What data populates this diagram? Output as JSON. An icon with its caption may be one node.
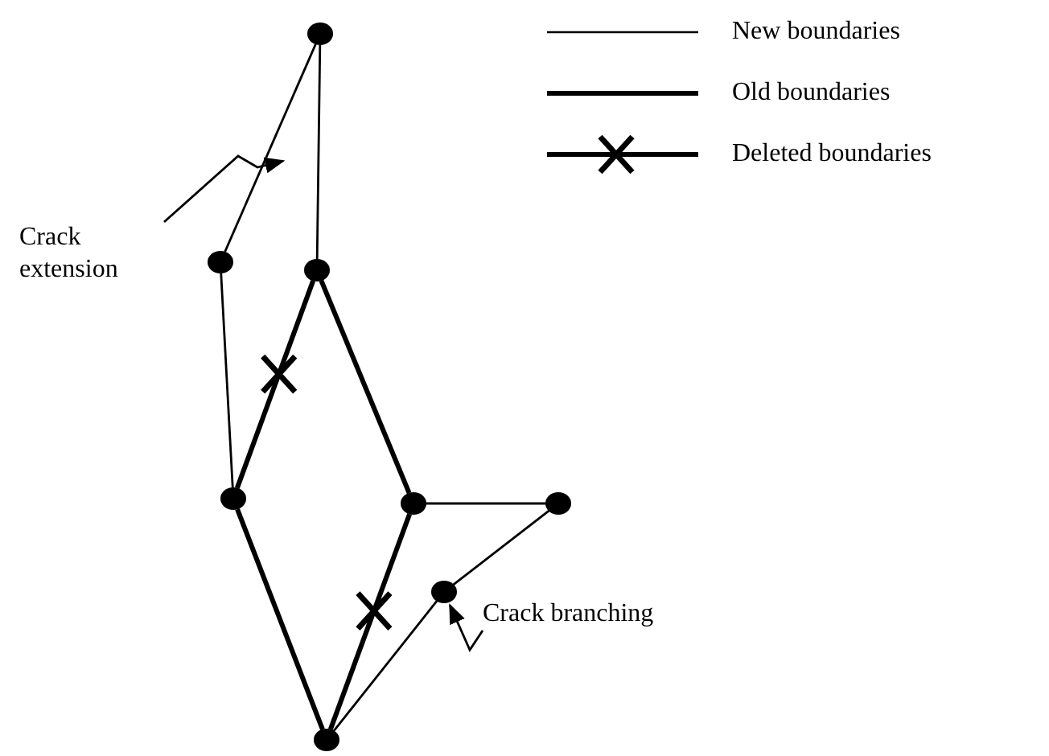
{
  "diagram": {
    "nodes": [
      {
        "text": [],
        "shape": "circle"
      },
      {
        "text": [
          "Crack extension"
        ]
      },
      {
        "text": [],
        "shape": "circle"
      },
      {
        "text": [],
        "shape": "circle"
      },
      {
        "text": [],
        "shape": "circle"
      },
      {
        "text": [],
        "shape": "circle"
      },
      {
        "text": [],
        "shape": "circle"
      },
      {
        "text": [],
        "shape": "circle"
      },
      {
        "text": [
          "Crack branching"
        ]
      },
      {
        "text": [],
        "shape": "circle"
      }
    ],
    "edges": [
      {
        "from": 0,
        "to": 2,
        "arrow": "none"
      },
      {
        "from": 0,
        "to": 3,
        "arrow": "none"
      },
      {
        "from": 2,
        "to": 4,
        "arrow": "none"
      },
      {
        "from": 3,
        "to": 4,
        "arrow": "none",
        "style": "thick"
      },
      {
        "from": 3,
        "to": 5,
        "arrow": "none",
        "style": "thick"
      },
      {
        "from": 4,
        "to": 9,
        "arrow": "none",
        "style": "thick"
      },
      {
        "from": 5,
        "to": 9,
        "arrow": "none",
        "style": "thick"
      },
      {
        "from": 5,
        "to": 6,
        "arrow": "none"
      },
      {
        "from": 6,
        "to": 7,
        "arrow": "none"
      },
      {
        "from": 7,
        "to": 9,
        "arrow": "none"
      },
      {
        "from": 1,
        "to": null,
        "arrow": "to"
      },
      {
        "from": 8,
        "to": 7,
        "arrow": "to"
      }
    ],
    "legend": [
      {
        "text": "New boundaries"
      },
      {
        "text": "Old boundaries"
      },
      {
        "text": "Deleted boundaries"
      }
    ]
  }
}
